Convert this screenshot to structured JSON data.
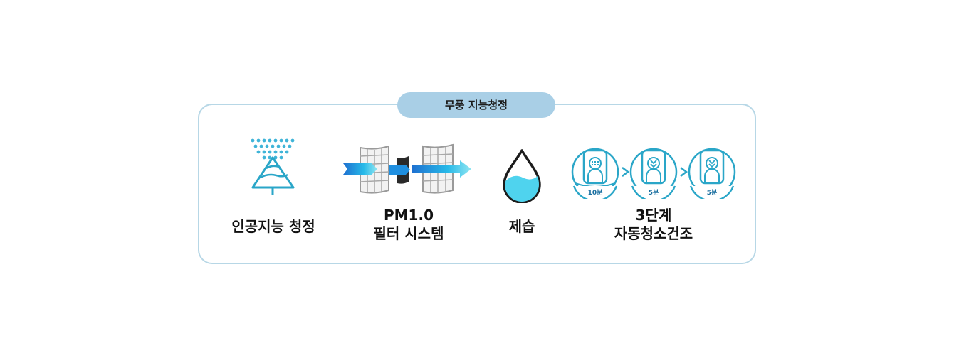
{
  "header": {
    "title": "무풍 지능청정"
  },
  "features": [
    {
      "icon": "ai-clean-tree-icon",
      "lines": [
        "인공지능 청정"
      ]
    },
    {
      "icon": "filter-system-icon",
      "lines": [
        "PM1.0",
        "필터 시스템"
      ]
    },
    {
      "icon": "water-drop-icon",
      "lines": [
        "제습"
      ]
    },
    {
      "icon": "auto-clean-stages-icon",
      "lines": [
        "3단계",
        "자동청소건조"
      ]
    }
  ],
  "auto_clean_stages": [
    {
      "time": "10분"
    },
    {
      "time": "5분"
    },
    {
      "time": "5분"
    }
  ],
  "colors": {
    "accent": "#2aa6c8",
    "pill": "#a9cfe6",
    "border": "#b7d7e6",
    "water": "#4fd3ee"
  }
}
